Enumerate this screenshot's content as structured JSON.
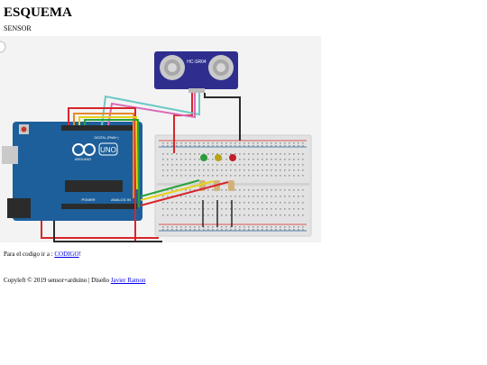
{
  "page": {
    "heading": "ESQUEMA",
    "subheading": "SENSOR"
  },
  "schematic": {
    "sensor_label": "HC-SR04",
    "board_label": "UNO",
    "board_brand": "ARDUINO",
    "digital_label": "DIGITAL (PWM~)",
    "power_label": "POWER",
    "analog_label": "ANALOG IN",
    "led_colors": [
      "#2e9b3a",
      "#b8a31a",
      "#c21f2a"
    ],
    "wire_colors": {
      "red": "#d7262b",
      "black": "#2b2b2b",
      "green": "#28a33c",
      "yellow": "#e5d21b",
      "pink": "#d86bb9",
      "teal": "#6ec8c5",
      "orange": "#e7882e",
      "board": "#1d5f9a",
      "sensor": "#2f2e8f"
    }
  },
  "code_link": {
    "prefix": "Para el codigo ir a : ",
    "link_text": "CODIGO",
    "suffix": "!"
  },
  "footer": {
    "text": "Copyleft © 2019 sensor+arduino | Diseño ",
    "author": "Javier Ramon"
  }
}
